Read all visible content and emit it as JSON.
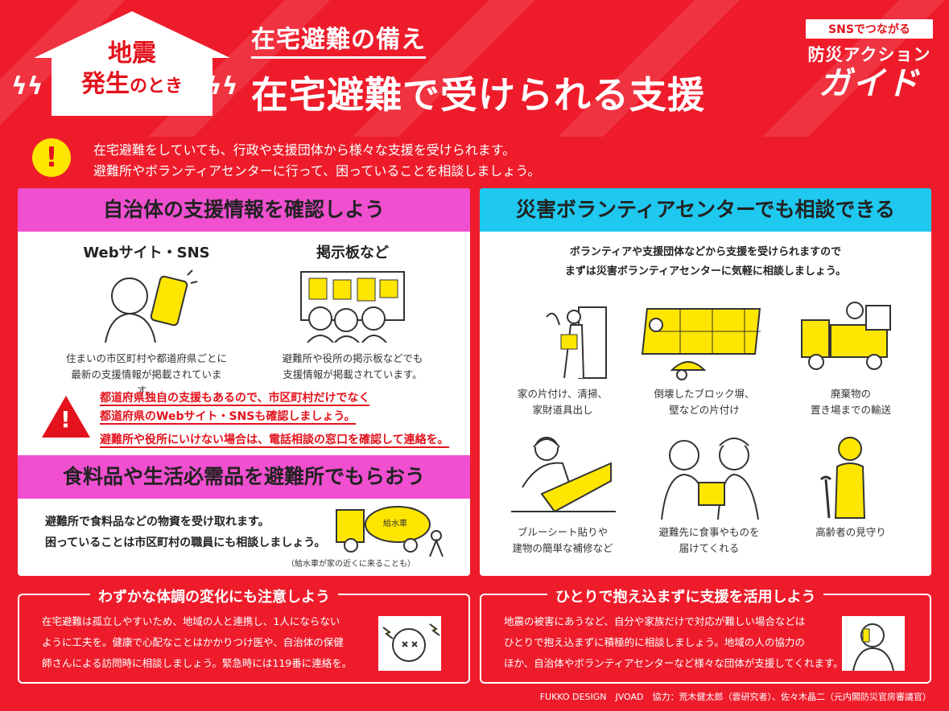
{
  "header": {
    "badge_line1": "地震",
    "badge_line2a": "発生",
    "badge_line2b": "のとき",
    "subtitle": "在宅避難の備え",
    "title": "在宅避難で受けられる支援",
    "brand_top": "SNSでつながる",
    "brand_mid": "防災アクション",
    "brand_bottom": "ガイド"
  },
  "notice": {
    "line1": "在宅避難をしていても、行政や支援団体から様々な支援を受けられます。",
    "line2": "避難所やボランティアセンターに行って、困っていることを相談しましょう。"
  },
  "left_panel": {
    "title": "自治体の支援情報を確認しよう",
    "col1_title": "Webサイト・SNS",
    "col1_line1": "住まいの市区町村や都道府県ごとに",
    "col1_line2": "最新の支援情報が掲載されています。",
    "col2_title": "掲示板など",
    "col2_line1": "避難所や役所の掲示板などでも",
    "col2_line2": "支援情報が掲載されています。",
    "warn_line1": "都道府県独自の支援もあるので、市区町村だけでなく",
    "warn_line2": "都道府県のWebサイト・SNSも確認しましょう。",
    "warn_line3": "避難所や役所にいけない場合は、電話相談の窓口を確認して連絡を。",
    "food_title": "食料品や生活必需品を避難所でもらおう",
    "food_line1": "避難所で食料品などの物資を受け取れます。",
    "food_line2": "困っていることは市区町村の職員にも相談しましょう。",
    "food_note": "（給水車が家の近くに来ることも）",
    "truck_label": "給水車"
  },
  "right_panel": {
    "title": "災害ボランティアセンターでも相談できる",
    "intro_line1": "ボランティアや支援団体などから支援を受けられますので",
    "intro_line2": "まずは災害ボランティアセンターに気軽に相談しましょう。",
    "items": [
      {
        "line1": "家の片付け、清掃、",
        "line2": "家財道具出し"
      },
      {
        "line1": "倒壊したブロック塀、",
        "line2": "壁などの片付け"
      },
      {
        "line1": "廃棄物の",
        "line2": "置き場までの輸送"
      },
      {
        "line1": "ブルーシート貼りや",
        "line2": "建物の簡単な補修など"
      },
      {
        "line1": "避難先に食事やものを",
        "line2": "届けてくれる"
      },
      {
        "line1": "高齢者の見守り",
        "line2": ""
      }
    ]
  },
  "bottom_left": {
    "title": "わずかな体調の変化にも注意しよう",
    "line1": "在宅避難は孤立しやすいため、地域の人と連携し、1人にならない",
    "line2": "ように工夫を。健康で心配なことはかかりつけ医や、自治体の保健",
    "line3": "師さんによる訪問時に相談しましょう。緊急時には119番に連絡を。"
  },
  "bottom_right": {
    "title": "ひとりで抱え込まずに支援を活用しよう",
    "line1": "地震の被害にあうなど、自分や家族だけで対応が難しい場合などは",
    "line2": "ひとりで抱え込まずに積極的に相談しましょう。地域の人の協力の",
    "line3": "ほか、自治体やボランティアセンターなど様々な団体が支援してくれます。"
  },
  "footer": "FUKKO DESIGN　JVOAD　協力：荒木健太郎（雲研究者）、佐々木晶二（元内閣防災官房審議官）",
  "colors": {
    "red": "#ee1c2b",
    "magenta": "#f04fd0",
    "cyan": "#1ec8ef",
    "yellow": "#ffe600"
  }
}
